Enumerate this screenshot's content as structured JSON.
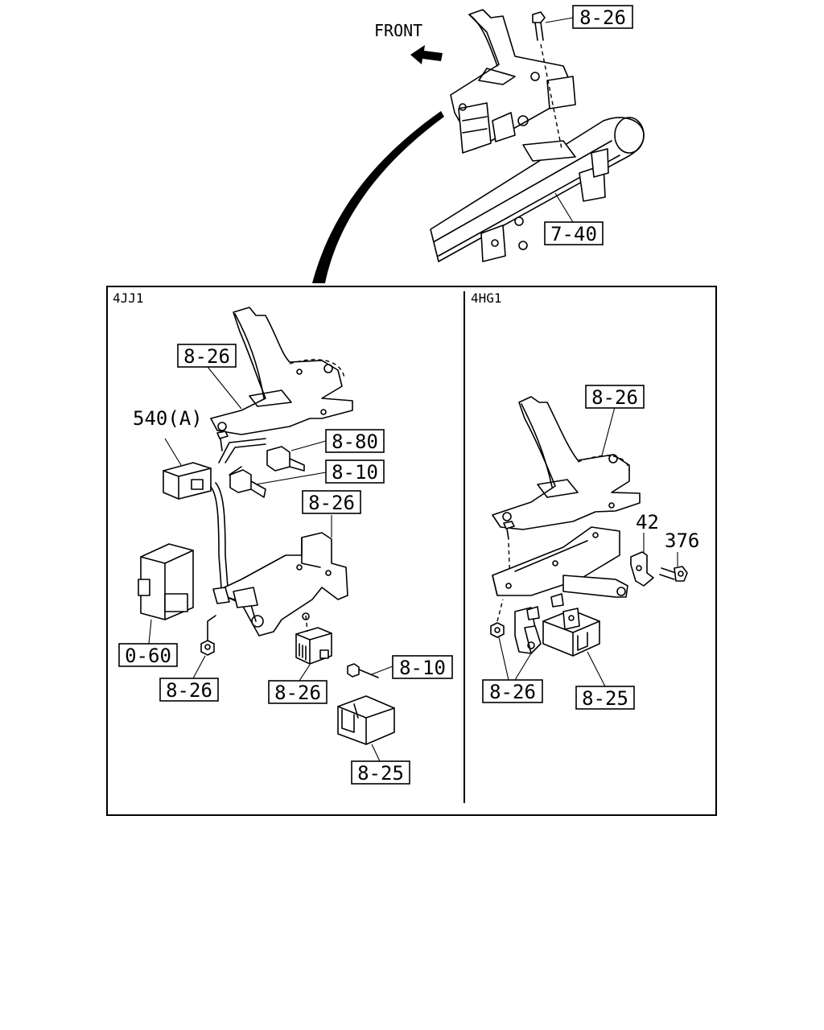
{
  "direction_label": "FRONT",
  "sections": {
    "left_engine": "4JJ1",
    "right_engine": "4HG1"
  },
  "callouts": {
    "top_bolt": "8-26",
    "top_crossmember": "7-40",
    "left_bracket": "8-26",
    "left_relay_540a": "540(A)",
    "left_connector_a": "8-80",
    "left_connector_b": "8-10",
    "left_mid_bracket": "8-26",
    "left_module": "0-60",
    "left_nut": "8-26",
    "left_relay": "8-26",
    "left_plug": "8-10",
    "left_cover": "8-25",
    "right_bracket": "8-26",
    "right_clip": "42",
    "right_bolt": "376",
    "right_nuts": "8-26",
    "right_cover": "8-25"
  }
}
